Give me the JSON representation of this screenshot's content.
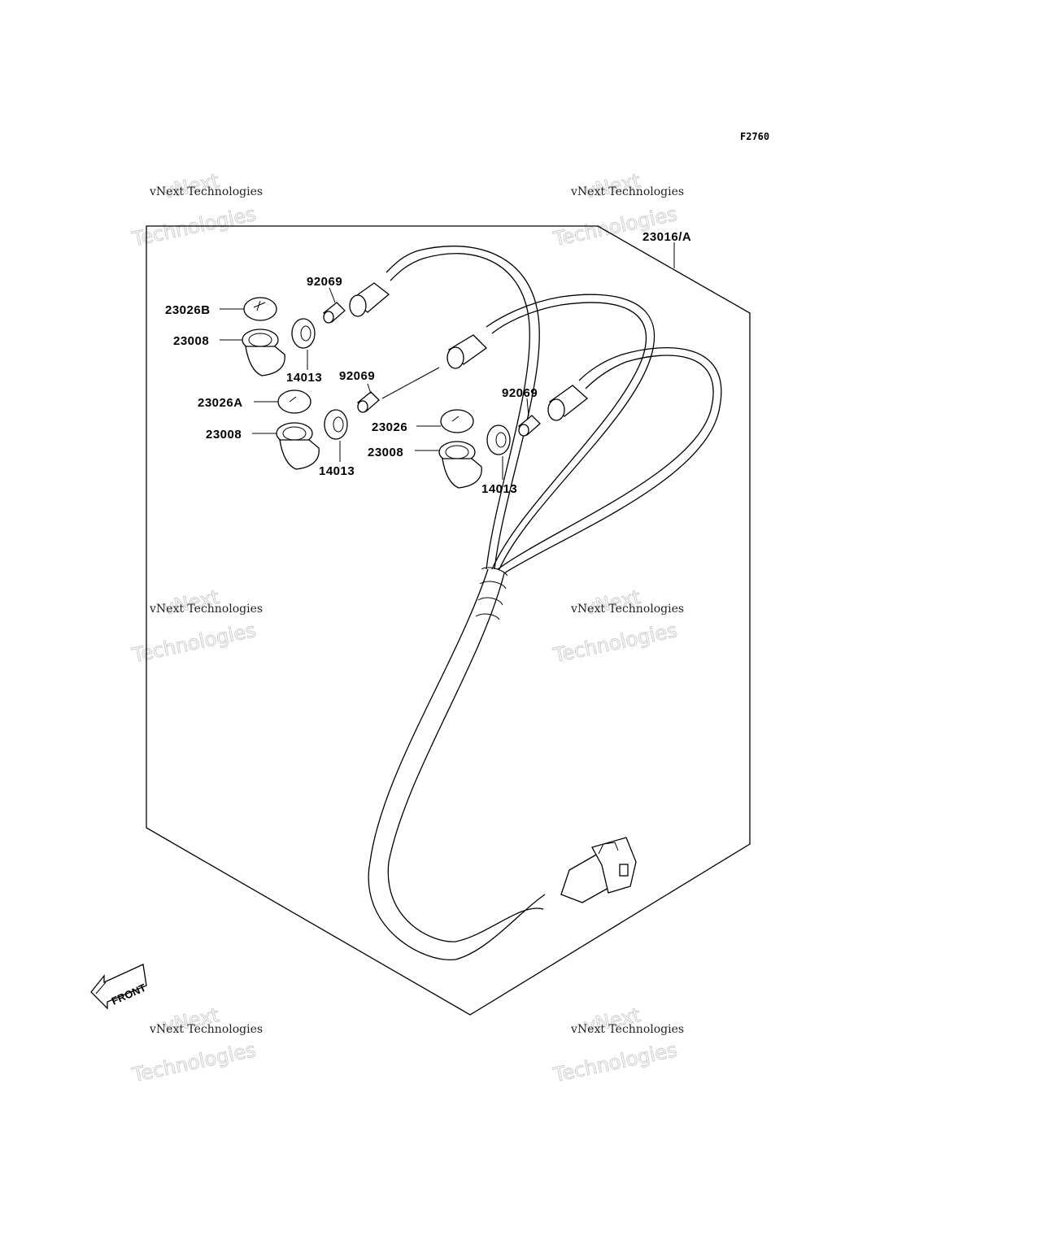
{
  "figure_code": "F2760",
  "watermark": {
    "line1": "vNext",
    "line2": "vNext Technologies",
    "line3": "Technologies"
  },
  "direction_label": "FRONT",
  "parts": [
    {
      "id": "harness",
      "number": "23016/A"
    },
    {
      "id": "bulb-1",
      "number": "92069"
    },
    {
      "id": "cap-b",
      "number": "23026B"
    },
    {
      "id": "socket-1",
      "number": "23008"
    },
    {
      "id": "grommet-1",
      "number": "14013"
    },
    {
      "id": "bulb-2",
      "number": "92069"
    },
    {
      "id": "cap-a",
      "number": "23026A"
    },
    {
      "id": "socket-2",
      "number": "23008"
    },
    {
      "id": "grommet-2",
      "number": "14013"
    },
    {
      "id": "bulb-3",
      "number": "92069"
    },
    {
      "id": "cap-c",
      "number": "23026"
    },
    {
      "id": "socket-3",
      "number": "23008"
    },
    {
      "id": "grommet-3",
      "number": "14013"
    }
  ]
}
